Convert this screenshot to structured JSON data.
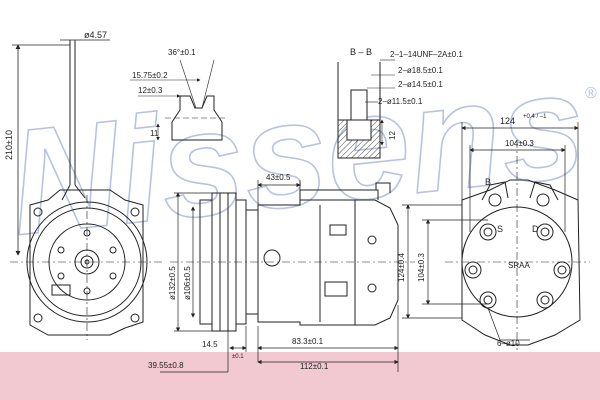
{
  "watermark": {
    "text": "Nissens",
    "registered": "®",
    "color": "#b9c2e0"
  },
  "colors": {
    "line": "#222222",
    "band": "#f2c9d1"
  },
  "dimensions": {
    "pipe_diameter": "ø4.57",
    "height_210": "210±10",
    "angle_36": "36°±0.1",
    "width_15_75": "15.75±0.2",
    "width_12": "12±0.3",
    "height_11": "11",
    "section_title": "B – B",
    "thread": "2–1–14UNF–2A±0.1",
    "bore_18_5": "2–ø18.5±0.1",
    "bore_14_5": "2–ø14.5±0.1",
    "bore_11_5": "2–ø11.5±0.1",
    "depth_12": "12",
    "width_124": "124",
    "width_124_tol": "+0.4 / –1",
    "width_104": "104±0.3",
    "label_b": "B",
    "label_s": "S",
    "label_d": "D",
    "label_srAA": "SRAA",
    "height_124": "124±0.4",
    "height_104": "104±0.3",
    "holes_6": "6–ø10",
    "dim_43": "43±0.5",
    "dia_132": "ø132±0.5",
    "dia_106": "ø106±0.5",
    "dim_14_5": "14.5",
    "dim_14_5_tol": "±0.1",
    "dim_83_3": "83.3±0.1",
    "dim_39_55": "39.55±0.8",
    "dim_112": "112±0.1"
  }
}
